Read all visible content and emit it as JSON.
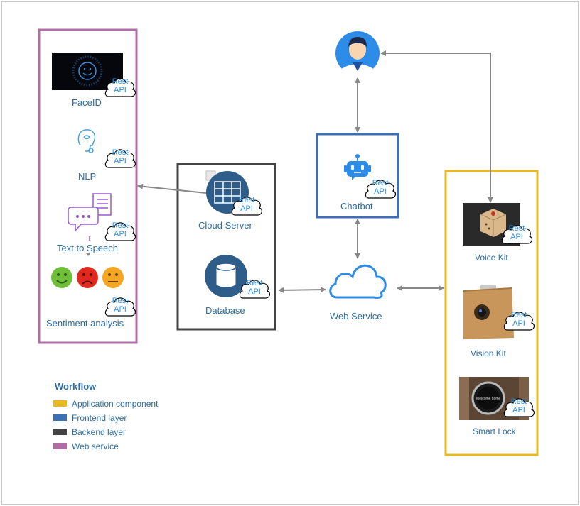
{
  "components": {
    "faceid": "FaceID",
    "nlp": "NLP",
    "tts": "Text to Speech",
    "sentiment": "Sentiment analysis",
    "cloud_server": "Cloud Server",
    "database": "Database",
    "chatbot": "Chatbot",
    "web_service": "Web Service",
    "voice_kit": "Voice Kit",
    "vision_kit": "Vision Kit",
    "smart_lock": "Smart Lock"
  },
  "rest_api": {
    "line1": "Rest",
    "line2": "API"
  },
  "lock_screen_text": "Welcome home",
  "legend": {
    "title": "Workflow",
    "items": [
      {
        "label": "Application component",
        "color": "#e8b923"
      },
      {
        "label": "Frontend layer",
        "color": "#3d6fb5"
      },
      {
        "label": "Backend layer",
        "color": "#444444"
      },
      {
        "label": "Web service",
        "color": "#b06ea6"
      }
    ]
  },
  "colors": {
    "application": "#e8b923",
    "frontend": "#3d6fb5",
    "backend": "#444444",
    "webservice": "#b06ea6",
    "arrow": "#888888",
    "label": "#2d6da3"
  }
}
